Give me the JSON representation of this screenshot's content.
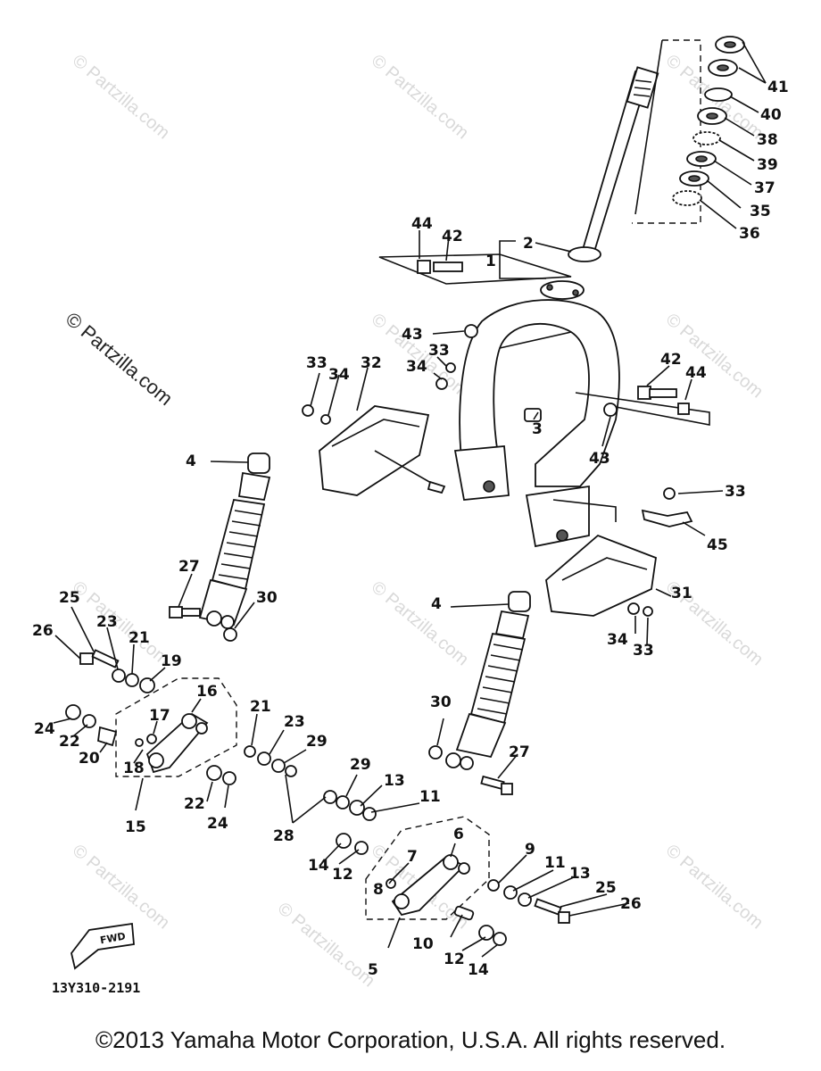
{
  "watermarks": [
    "© Partzilla.com",
    "© Partzilla.com",
    "© Partzilla.com",
    "© Partzilla.com",
    "© Partzilla.com",
    "© Partzilla.com",
    "© Partzilla.com",
    "© Partzilla.com",
    "© Partzilla.com",
    "© Partzilla.com",
    "© Partzilla.com",
    "© Partzilla.com"
  ],
  "watermark_main": "© Partzilla.com",
  "diagram_code": "13Y310-2191",
  "fwd_label": "FWD",
  "copyright": "©2013 Yamaha Motor Corporation, U.S.A. All rights reserved.",
  "callouts": [
    "41",
    "40",
    "38",
    "39",
    "37",
    "35",
    "36",
    "2",
    "1",
    "44",
    "42",
    "43",
    "33",
    "34",
    "32",
    "34",
    "33",
    "3",
    "42",
    "44",
    "43",
    "4",
    "33",
    "45",
    "27",
    "30",
    "31",
    "4",
    "34",
    "33",
    "25",
    "23",
    "21",
    "26",
    "19",
    "16",
    "24",
    "22",
    "17",
    "20",
    "18",
    "15",
    "21",
    "23",
    "29",
    "22",
    "24",
    "30",
    "27",
    "29",
    "13",
    "11",
    "28",
    "6",
    "9",
    "11",
    "13",
    "14",
    "12",
    "7",
    "8",
    "25",
    "26",
    "10",
    "12",
    "14",
    "5"
  ]
}
